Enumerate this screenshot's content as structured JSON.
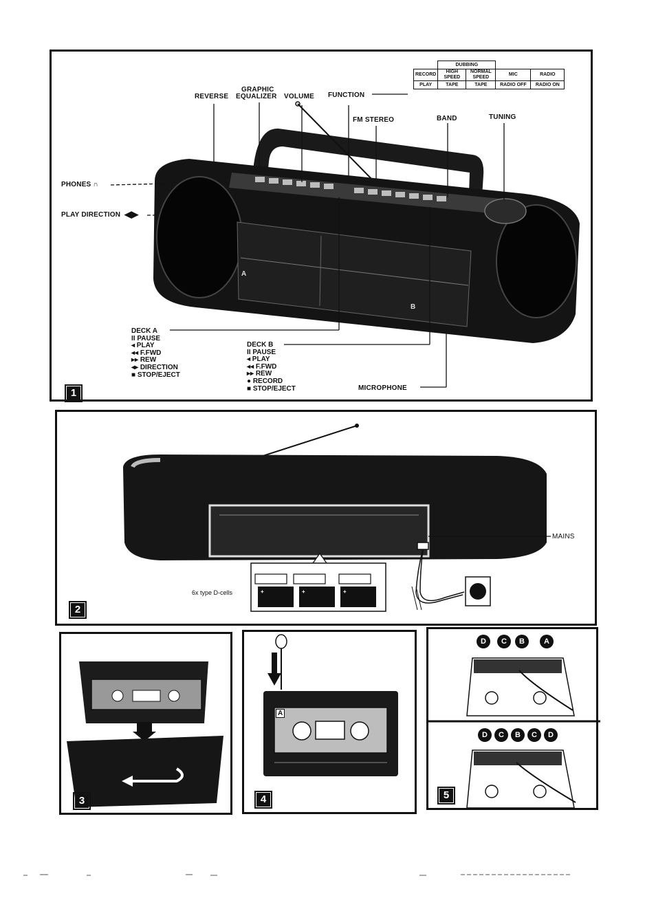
{
  "panel1": {
    "number": "1",
    "labels": {
      "reverse": "REVERSE",
      "graphic": "GRAPHIC",
      "equalizer": "EQUALIZER",
      "volume": "VOLUME",
      "function": "FUNCTION",
      "fm_stereo": "FM STEREO",
      "band": "BAND",
      "tuning": "TUNING",
      "phones": "PHONES ∩",
      "play_direction": "PLAY DIRECTION",
      "microphone": "MICROPHONE"
    },
    "function_table": {
      "dubbing": "DUBBING",
      "top_row": [
        "RECORD",
        "HIGH SPEED",
        "NORMAL SPEED",
        "MIC",
        "RADIO"
      ],
      "bottom_row": [
        "PLAY",
        "TAPE",
        "TAPE",
        "RADIO OFF",
        "RADIO ON"
      ]
    },
    "deck_a": {
      "title": "DECK A",
      "items": [
        "II PAUSE",
        "◂ PLAY",
        "◂◂ F.FWD",
        "▸▸ REW",
        "◂▸ DIRECTION",
        "■ STOP/EJECT"
      ]
    },
    "deck_b": {
      "title": "DECK B",
      "items": [
        "II PAUSE",
        "◂ PLAY",
        "◂◂ F.FWD",
        "▸▸ REW",
        "● RECORD",
        "■ STOP/EJECT"
      ]
    },
    "deck_marks": {
      "a": "A",
      "b": "B"
    }
  },
  "panel2": {
    "number": "2",
    "mains": "MAINS",
    "battery_caption": "6x type D-cells"
  },
  "panel3": {
    "number": "3"
  },
  "panel4": {
    "number": "4",
    "cassette_side": "A"
  },
  "panel5": {
    "number": "5",
    "top_plugs": [
      "D",
      "C",
      "B",
      "A"
    ],
    "bottom_plugs": [
      "D",
      "C",
      "B",
      "C",
      "D"
    ]
  }
}
